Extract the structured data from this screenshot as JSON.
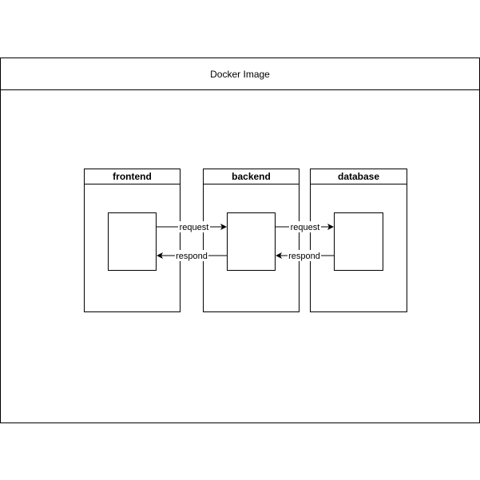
{
  "outer": {
    "title": "Docker Image"
  },
  "containers": [
    {
      "title": "frontend"
    },
    {
      "title": "backend"
    },
    {
      "title": "database"
    }
  ],
  "edges": [
    {
      "label": "request"
    },
    {
      "label": "respond"
    },
    {
      "label": "request"
    },
    {
      "label": "respond"
    }
  ]
}
